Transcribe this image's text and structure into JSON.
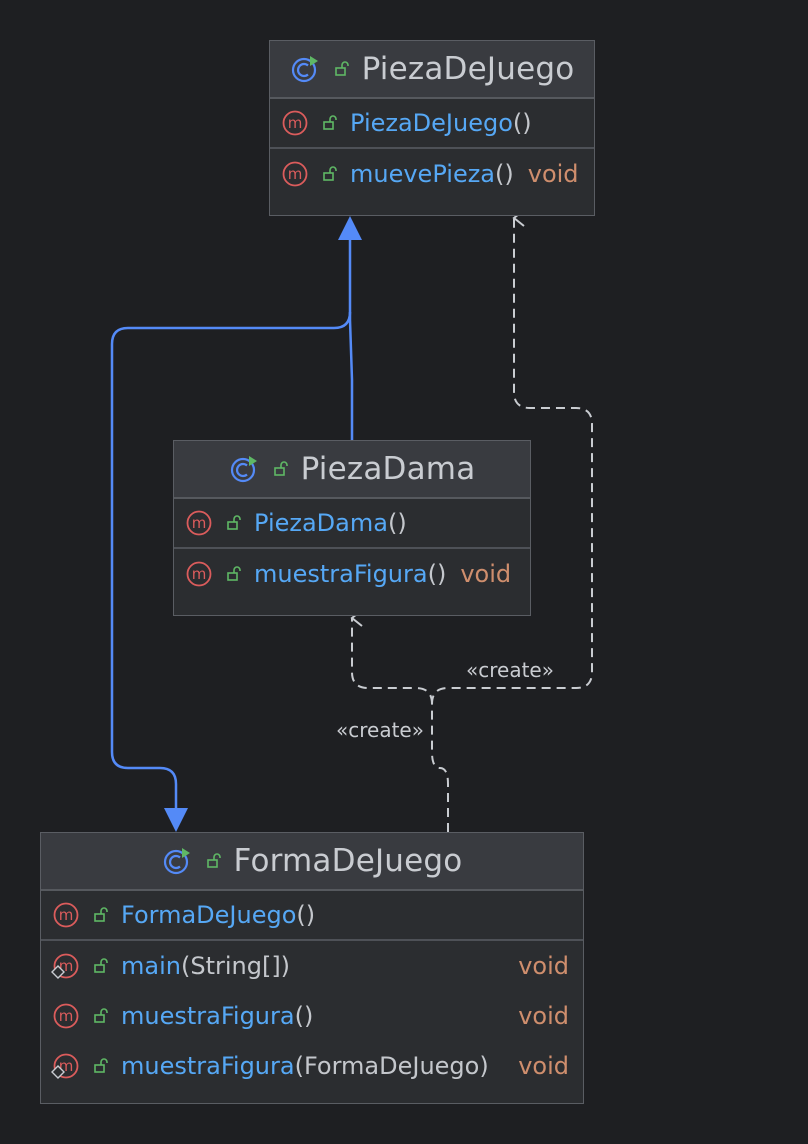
{
  "diagram": {
    "classes": [
      {
        "id": "pieza-de-juego",
        "name": "PiezaDeJuego",
        "methods": [
          {
            "name": "PiezaDeJuego",
            "params": "()",
            "return": ""
          },
          {
            "name": "muevePieza",
            "params": "()",
            "return": "void"
          }
        ]
      },
      {
        "id": "pieza-dama",
        "name": "PiezaDama",
        "methods": [
          {
            "name": "PiezaDama",
            "params": "()",
            "return": ""
          },
          {
            "name": "muestraFigura",
            "params": "()",
            "return": "void"
          }
        ]
      },
      {
        "id": "forma-de-juego",
        "name": "FormaDeJuego",
        "methods": [
          {
            "name": "FormaDeJuego",
            "params": "()",
            "return": ""
          },
          {
            "name": "main",
            "params": "(String[])",
            "return": "void",
            "static": true
          },
          {
            "name": "muestraFigura",
            "params": "()",
            "return": "void"
          },
          {
            "name": "muestraFigura",
            "params": "(FormaDeJuego)",
            "return": "void",
            "static": true
          }
        ]
      }
    ],
    "relations": [
      {
        "type": "extends",
        "from": "PiezaDama",
        "to": "PiezaDeJuego",
        "label": ""
      },
      {
        "type": "extends",
        "from": "PiezaDeJuego",
        "to": "FormaDeJuego",
        "label": ""
      },
      {
        "type": "create",
        "from": "FormaDeJuego",
        "to": "PiezaDeJuego",
        "label": "«create»"
      },
      {
        "type": "create",
        "from": "FormaDeJuego",
        "to": "PiezaDama",
        "label": "«create»"
      }
    ],
    "colors": {
      "background": "#1e1f22",
      "node_fill": "#2b2d30",
      "header_fill": "#393b40",
      "inherit_arrow": "#548af7",
      "dependency_line": "#c9ccd1",
      "method_name": "#56a8f5",
      "return_type": "#cf8e6d",
      "method_icon": "#db5c5c",
      "class_icon": "#548af7",
      "visibility_icon": "#5fb865"
    }
  }
}
